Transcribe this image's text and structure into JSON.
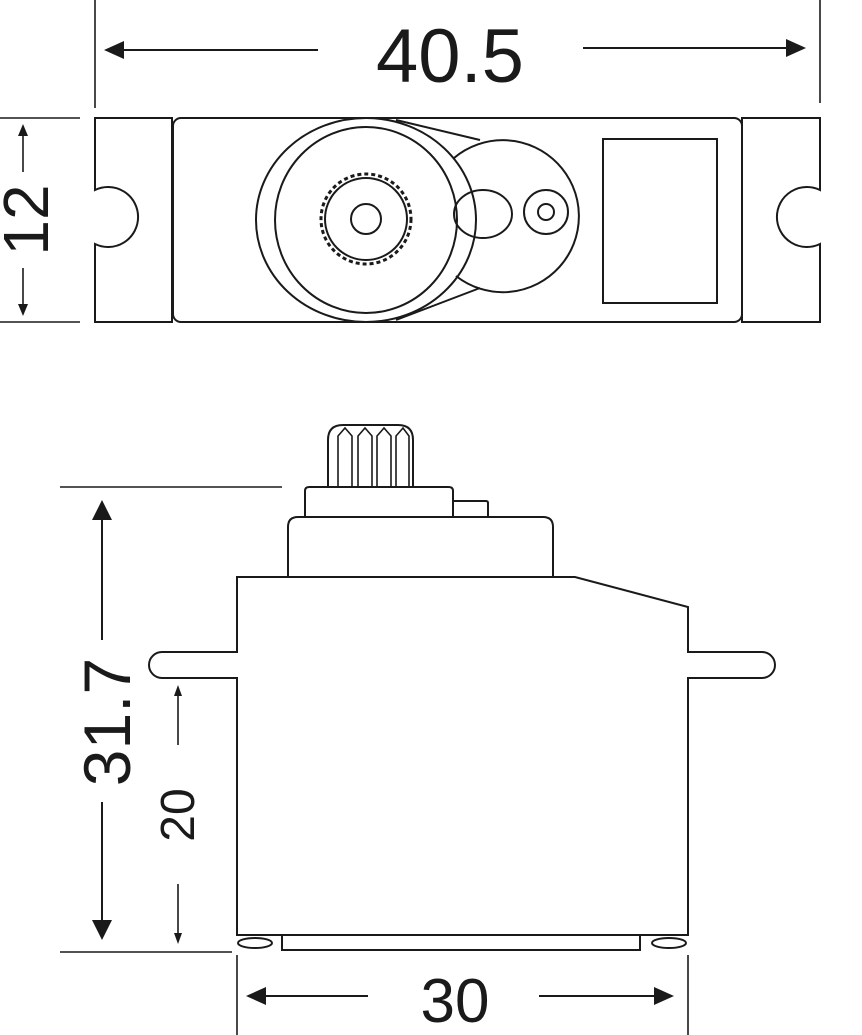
{
  "drawing": {
    "subject": "servo",
    "units": "mm",
    "line_color": "#1a1a1a",
    "background": "#ffffff"
  },
  "top_view": {
    "dimensions": {
      "overall_length": "40.5",
      "width": "12"
    }
  },
  "side_view": {
    "dimensions": {
      "overall_height": "31.7",
      "mount_height": "20",
      "body_length": "30"
    }
  }
}
